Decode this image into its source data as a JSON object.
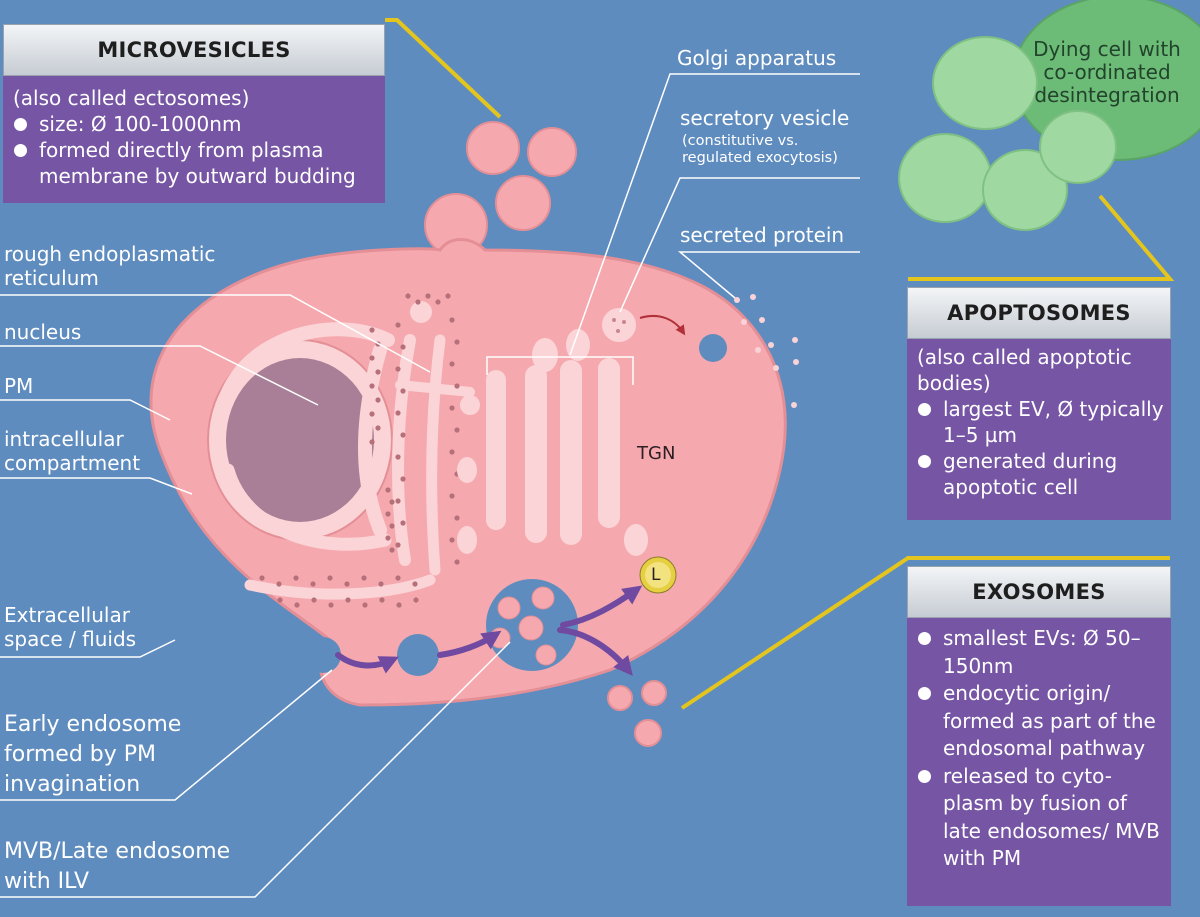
{
  "colors": {
    "background": "#5f8cbf",
    "cell": "#f5a9ae",
    "cell_stroke": "#e48f96",
    "organelle": "#fbd4d7",
    "nucleus": "#a87f97",
    "box": "#7655a4",
    "connector": "#e4c51e",
    "arrow_purple": "#6f4aa0",
    "arrow_red": "#b23039",
    "apoptotic": "#9fd8a0",
    "dying_cell": "#6cbb77",
    "lysosome": "#e6cf40"
  },
  "boxes": {
    "microvesicles": {
      "title": "MICROVESICLES",
      "intro": "(also called ectosomes)",
      "bullets": [
        "size: Ø 100-1000nm",
        "formed directly from plasma membrane by outward budding"
      ]
    },
    "apoptosomes": {
      "title": "APOPTOSOMES",
      "intro": "(also called apoptotic bodies)",
      "bullets": [
        "largest EV, Ø typically 1–5 µm",
        "generated during apoptotic cell"
      ]
    },
    "exosomes": {
      "title": "EXOSOMES",
      "intro": "",
      "bullets": [
        "smallest EVs: Ø 50–150nm",
        "endocytic origin/ formed as part of the endosomal pathway",
        "released to cyto-plasm by fusion of late endosomes/ MVB with PM"
      ]
    }
  },
  "labels": {
    "golgi": "Golgi apparatus",
    "secretory_vesicle": "secretory vesicle",
    "secretory_vesicle_note": "(constitutive vs.\nregulated exocytosis)",
    "secreted_protein": "secreted protein",
    "rough_er": "rough endoplasmatic\nreticulum",
    "nucleus": "nucleus",
    "pm": "PM",
    "intracellular": "intracellular\ncompartment",
    "extracellular": "Extracellular\nspace / fluids",
    "early_endosome": "Early endosome\nformed by PM\ninvagination",
    "mvb": "MVB/Late endosome\nwith ILV",
    "tgn": "TGN",
    "lysosome": "L",
    "dying_cell": "Dying cell with\nco-ordinated\ndesintegration"
  }
}
